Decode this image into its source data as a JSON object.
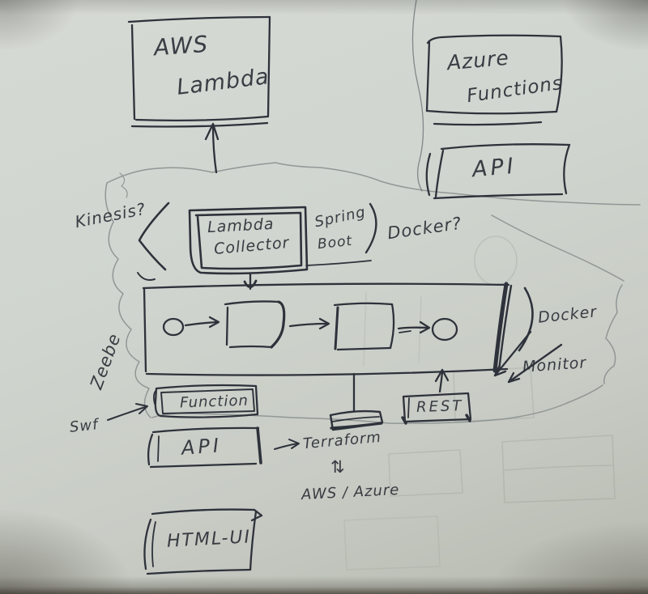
{
  "photo": {
    "description": "hand-drawn architecture sketch on gray-green paper",
    "paper_color": "#d0d5cf",
    "ink_color": "#2e323b",
    "pencil_color": "#8b9190"
  },
  "boxes": {
    "aws_lambda": {
      "line1": "AWS",
      "line2": "Lambda"
    },
    "azure_functions": {
      "line1": "Azure",
      "line2": "Functions"
    },
    "api_top": {
      "label": "API"
    },
    "lambda_collector": {
      "line1": "Lambda",
      "line2": "Collector"
    },
    "function": {
      "label": "Function"
    },
    "rest": {
      "label": "REST"
    },
    "api_bottom": {
      "label": "API"
    },
    "html_ui": {
      "label": "HTML-UI"
    }
  },
  "annotations": {
    "kinesis": "Kinesis?",
    "spring_line1": "Spring",
    "spring_line2": "Boot",
    "docker_question": "Docker?",
    "zeebe": "Zeebe",
    "docker": "Docker",
    "monitor": "Monitor",
    "swf": "Swf",
    "terraform": "Terraform",
    "updown_symbol": "⇅",
    "aws_azure": "AWS / Azure"
  }
}
